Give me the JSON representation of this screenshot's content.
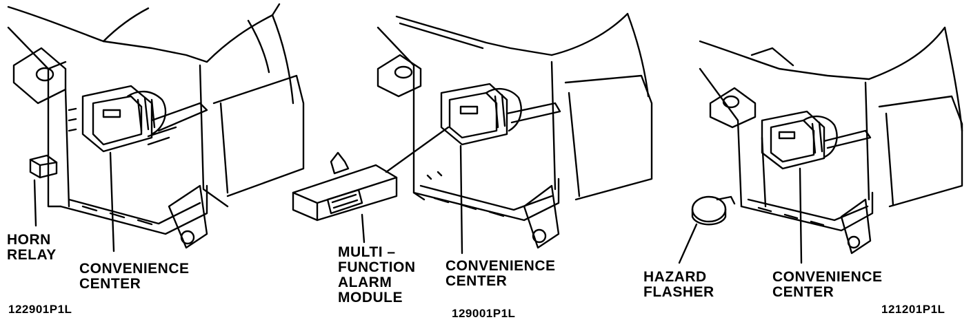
{
  "panels": [
    {
      "code": "122901P1L",
      "labels": [
        {
          "lines": [
            "HORN",
            "RELAY"
          ]
        },
        {
          "lines": [
            "CONVENIENCE",
            "CENTER"
          ]
        }
      ]
    },
    {
      "code": "129001P1L",
      "labels": [
        {
          "lines": [
            "MULTI –",
            "FUNCTION",
            "ALARM",
            "MODULE"
          ]
        },
        {
          "lines": [
            "CONVENIENCE",
            "CENTER"
          ]
        }
      ]
    },
    {
      "code": "121201P1L",
      "labels": [
        {
          "lines": [
            "HAZARD",
            "FLASHER"
          ]
        },
        {
          "lines": [
            "CONVENIENCE",
            "CENTER"
          ]
        }
      ]
    }
  ],
  "colors": {
    "ink": "#000000",
    "paper": "#ffffff"
  }
}
